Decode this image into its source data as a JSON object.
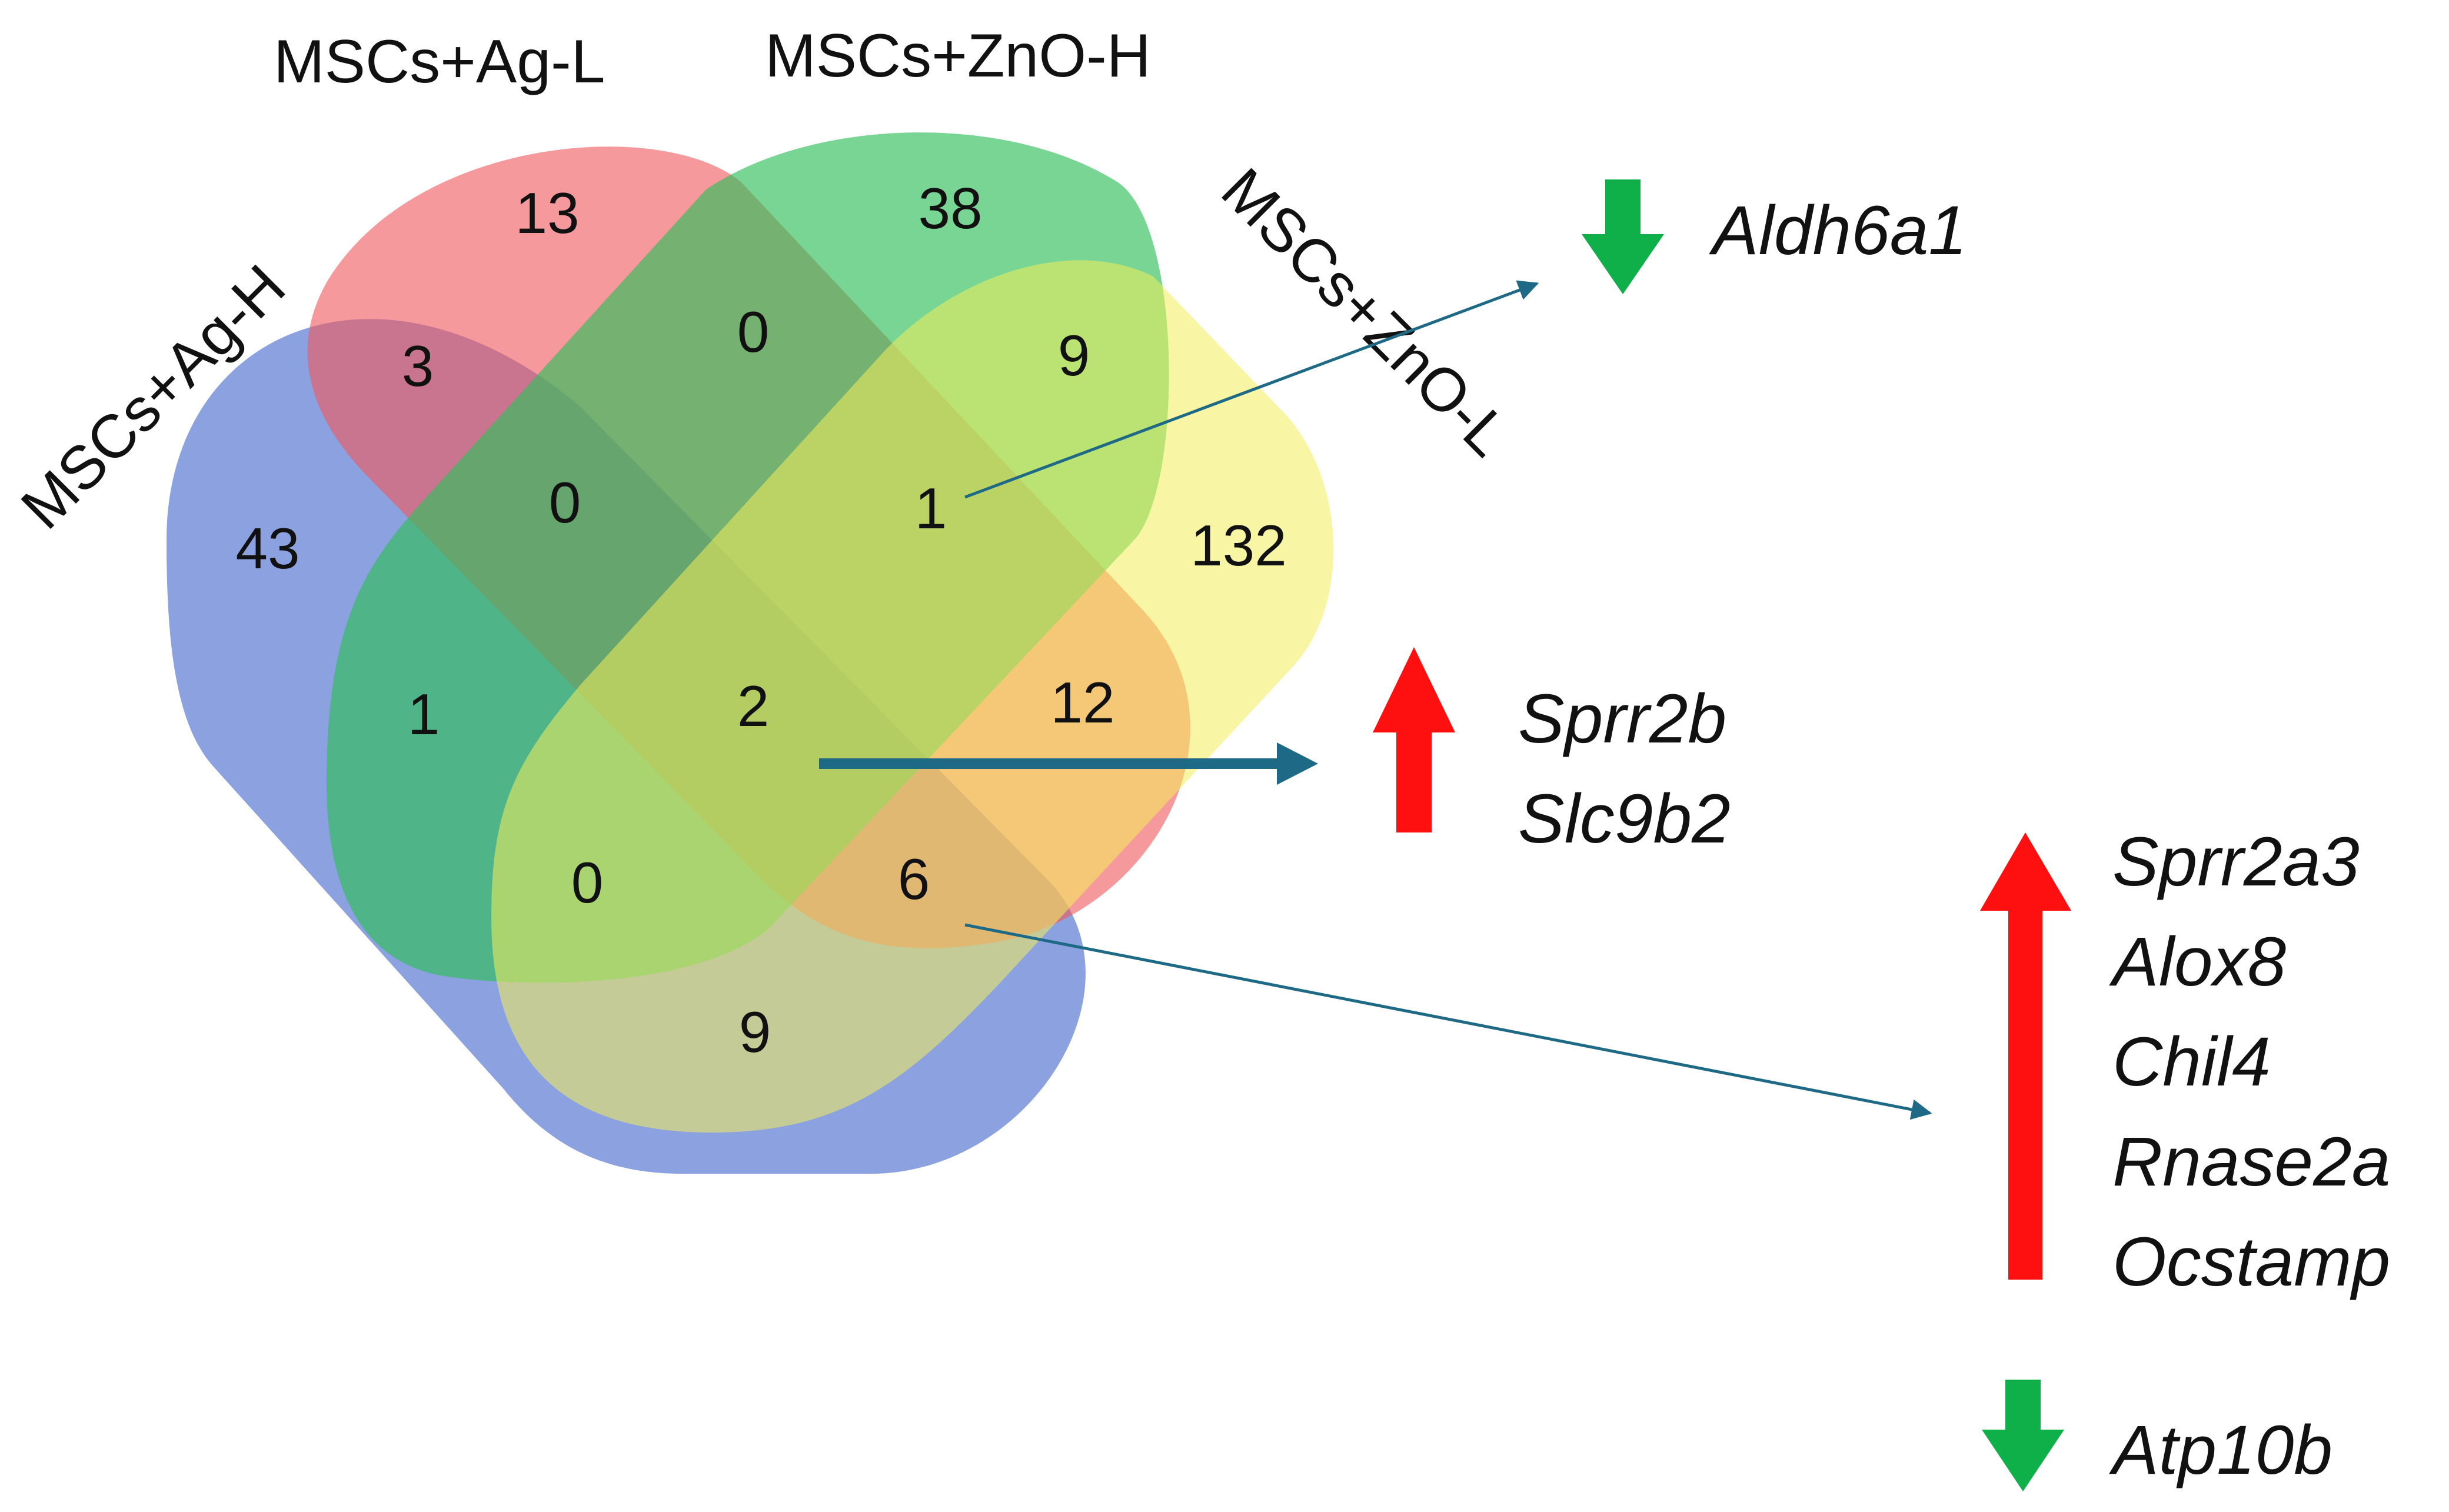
{
  "sets": [
    {
      "name": "MSCs+Ag-H",
      "color": "#4f6fcf"
    },
    {
      "name": "MSCs+Ag-L",
      "color": "#f05a5f"
    },
    {
      "name": "MSCs+ZnO-H",
      "color": "#2fbf5a"
    },
    {
      "name": "MSCs+ZnO-L",
      "color": "#f3ee5a"
    }
  ],
  "regions": [
    {
      "sets": [
        "MSCs+Ag-H"
      ],
      "count": "43"
    },
    {
      "sets": [
        "MSCs+Ag-L"
      ],
      "count": "13"
    },
    {
      "sets": [
        "MSCs+ZnO-H"
      ],
      "count": "38"
    },
    {
      "sets": [
        "MSCs+ZnO-L"
      ],
      "count": "132"
    },
    {
      "sets": [
        "MSCs+Ag-H",
        "MSCs+Ag-L"
      ],
      "count": "3"
    },
    {
      "sets": [
        "MSCs+Ag-L",
        "MSCs+ZnO-H"
      ],
      "count": "0"
    },
    {
      "sets": [
        "MSCs+ZnO-H",
        "MSCs+ZnO-L"
      ],
      "count": "9"
    },
    {
      "sets": [
        "MSCs+Ag-H",
        "MSCs+Ag-L",
        "MSCs+ZnO-H"
      ],
      "count": "0"
    },
    {
      "sets": [
        "MSCs+Ag-L",
        "MSCs+ZnO-H",
        "MSCs+ZnO-L"
      ],
      "count": "1"
    },
    {
      "sets": [
        "MSCs+Ag-H",
        "MSCs+ZnO-H"
      ],
      "count": "1"
    },
    {
      "sets": [
        "MSCs+Ag-H",
        "MSCs+Ag-L",
        "MSCs+ZnO-H",
        "MSCs+ZnO-L"
      ],
      "count": "2"
    },
    {
      "sets": [
        "MSCs+Ag-L",
        "MSCs+ZnO-L"
      ],
      "count": "12"
    },
    {
      "sets": [
        "MSCs+Ag-H",
        "MSCs+ZnO-H",
        "MSCs+ZnO-L"
      ],
      "count": "0"
    },
    {
      "sets": [
        "MSCs+Ag-H",
        "MSCs+Ag-L",
        "MSCs+ZnO-L"
      ],
      "count": "6"
    },
    {
      "sets": [
        "MSCs+Ag-H",
        "MSCs+ZnO-L"
      ],
      "count": "9"
    }
  ],
  "callouts": [
    {
      "region_count": "1",
      "direction": "down",
      "color": "#0fb04a",
      "genes": [
        "Aldh6a1"
      ]
    },
    {
      "region_count": "2",
      "direction": "up",
      "color": "#ff1010",
      "genes": [
        "Sprr2b",
        "Slc9b2"
      ]
    },
    {
      "region_count": "6",
      "direction": "up",
      "color": "#ff1010",
      "genes": [
        "Sprr2a3",
        "Alox8",
        "Chil4",
        "Rnase2a",
        "Ocstamp"
      ]
    },
    {
      "region_count": "6",
      "direction": "down",
      "color": "#0fb04a",
      "genes": [
        "Atp10b"
      ]
    }
  ],
  "connector_color": "#1e6a86"
}
